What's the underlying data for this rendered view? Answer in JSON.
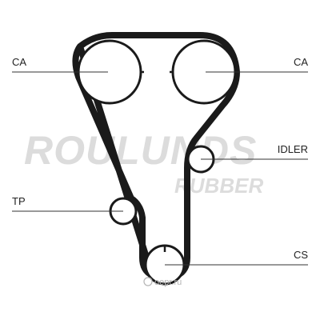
{
  "watermark": {
    "brand": "ROULUNDS",
    "sub": "RUBBER"
  },
  "labels": {
    "ca_left": "CA",
    "ca_right": "CA",
    "idler": "IDLER",
    "tp": "TP",
    "cs": "CS"
  },
  "footer": {
    "site": "oepr.ru"
  },
  "colors": {
    "belt": "#1a1a1a",
    "watermark": "#dcdcdc",
    "line": "#333333"
  }
}
